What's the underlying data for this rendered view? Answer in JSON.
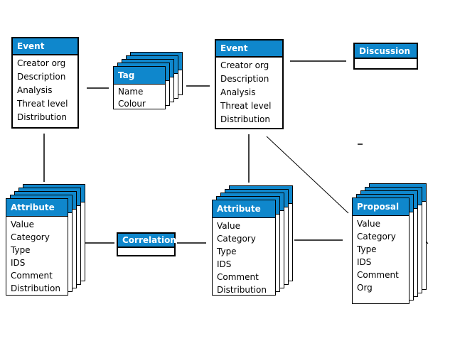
{
  "colors": {
    "header_bg": "#0f87cc",
    "header_text": "#ffffff",
    "border": "#000000",
    "canvas_bg": "#ffffff"
  },
  "entities": {
    "event_left": {
      "title": "Event",
      "fields": [
        "Creator org",
        "Description",
        "Analysis",
        "Threat level",
        "Distribution"
      ]
    },
    "tag": {
      "title": "Tag",
      "fields": [
        "Name",
        "Colour"
      ]
    },
    "event_center": {
      "title": "Event",
      "fields": [
        "Creator org",
        "Description",
        "Analysis",
        "Threat level",
        "Distribution"
      ]
    },
    "discussion": {
      "title": "Discussion",
      "fields": []
    },
    "attribute_left": {
      "title": "Attribute",
      "fields": [
        "Value",
        "Category",
        "Type",
        "IDS",
        "Comment",
        "Distribution"
      ]
    },
    "correlation": {
      "title": "Correlation",
      "fields": []
    },
    "attribute_center": {
      "title": "Attribute",
      "fields": [
        "Value",
        "Category",
        "Type",
        "IDS",
        "Comment",
        "Distribution"
      ]
    },
    "proposal": {
      "title": "Proposal",
      "fields": [
        "Value",
        "Category",
        "Type",
        "IDS",
        "Comment",
        "Org"
      ]
    }
  }
}
